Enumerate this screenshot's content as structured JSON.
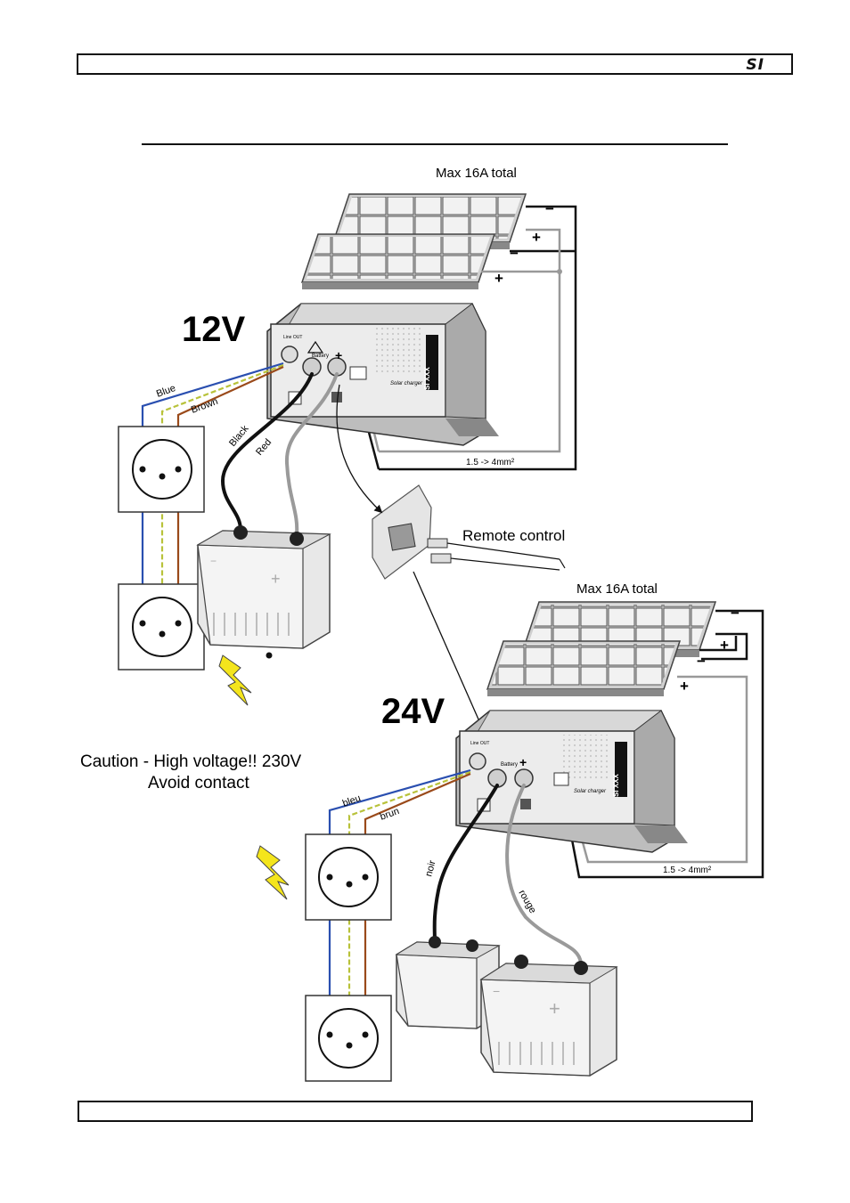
{
  "header": {
    "logo": "SI"
  },
  "system12": {
    "voltage_label": "12V",
    "solar_max": "Max 16A total",
    "wire_spec": "1.5 -> 4mm²",
    "wire_blue": "Blue",
    "wire_brown": "Brown",
    "cable_black": "Black",
    "cable_red": "Red",
    "panel_minus_a": "−",
    "panel_plus_a": "+",
    "panel_minus_b": "−",
    "panel_plus_b": "+"
  },
  "remote": {
    "label": "Remote control"
  },
  "system24": {
    "voltage_label": "24V",
    "solar_max": "Max 16A total",
    "wire_spec": "1.5 -> 4mm²",
    "wire_blue": "bleu",
    "wire_brown": "brun",
    "cable_black": "noir",
    "cable_red": "rouge",
    "panel_minus_a": "−",
    "panel_plus_a": "+",
    "panel_minus_b": "−",
    "panel_plus_b": "+"
  },
  "caution": {
    "line1": "Caution - High voltage!!  230V",
    "line2": "Avoid contact"
  },
  "device": {
    "line_out": "Line OUT",
    "battery": "Battery",
    "solar_charger": "Solar charger",
    "model": "SI XXX",
    "plus": "+",
    "minus": "−"
  },
  "colors": {
    "wire_blue": "#2a4fb0",
    "wire_brown": "#9a4a1a",
    "wire_earth": "#b8c23a",
    "cable_black": "#111111",
    "cable_gray": "#9a9a9a",
    "lightning": "#f4e51c"
  }
}
